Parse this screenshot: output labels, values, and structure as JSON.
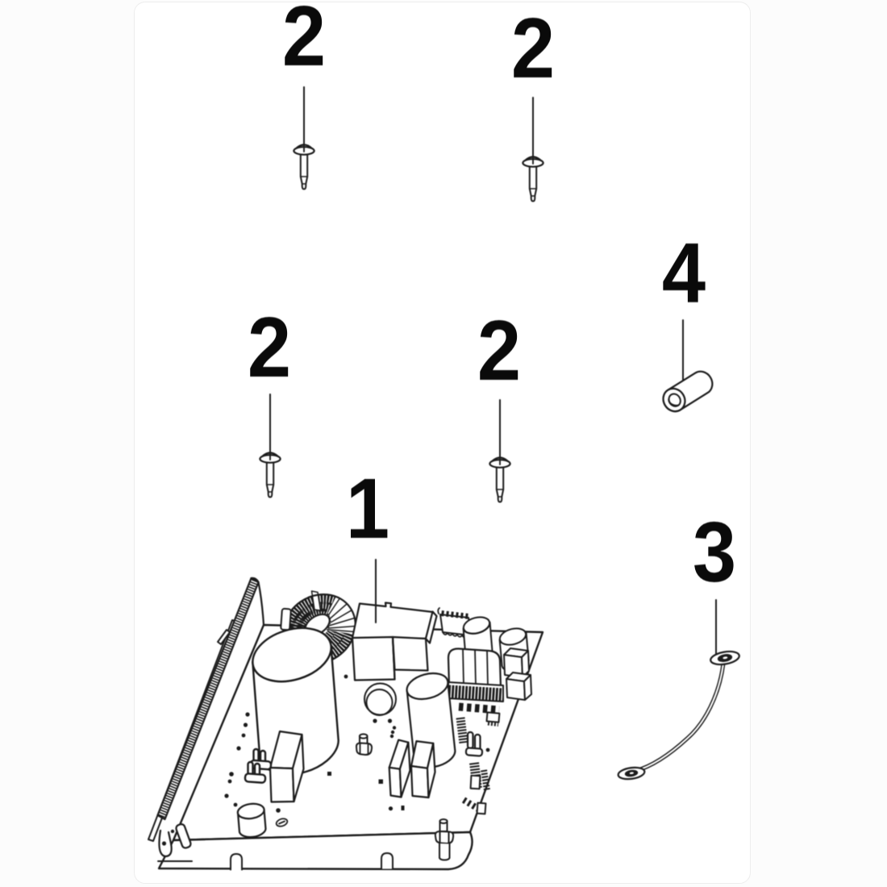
{
  "page": {
    "background": "#fcfcfc",
    "card_background": "#ffffff",
    "card_border": "#ededed",
    "ink": "#1b1b1b"
  },
  "diagram": {
    "kind": "exploded-parts-diagram",
    "subject": "control board assembly",
    "callouts": [
      {
        "label": "2",
        "part": "push-rivet",
        "position": "top-left"
      },
      {
        "label": "2",
        "part": "push-rivet",
        "position": "top-right"
      },
      {
        "label": "2",
        "part": "push-rivet",
        "position": "middle-left"
      },
      {
        "label": "2",
        "part": "push-rivet",
        "position": "middle-right"
      },
      {
        "label": "1",
        "part": "control-board",
        "position": "center"
      },
      {
        "label": "4",
        "part": "spacer-bushing",
        "position": "right"
      },
      {
        "label": "3",
        "part": "ground-wire",
        "position": "lower-right"
      }
    ]
  }
}
